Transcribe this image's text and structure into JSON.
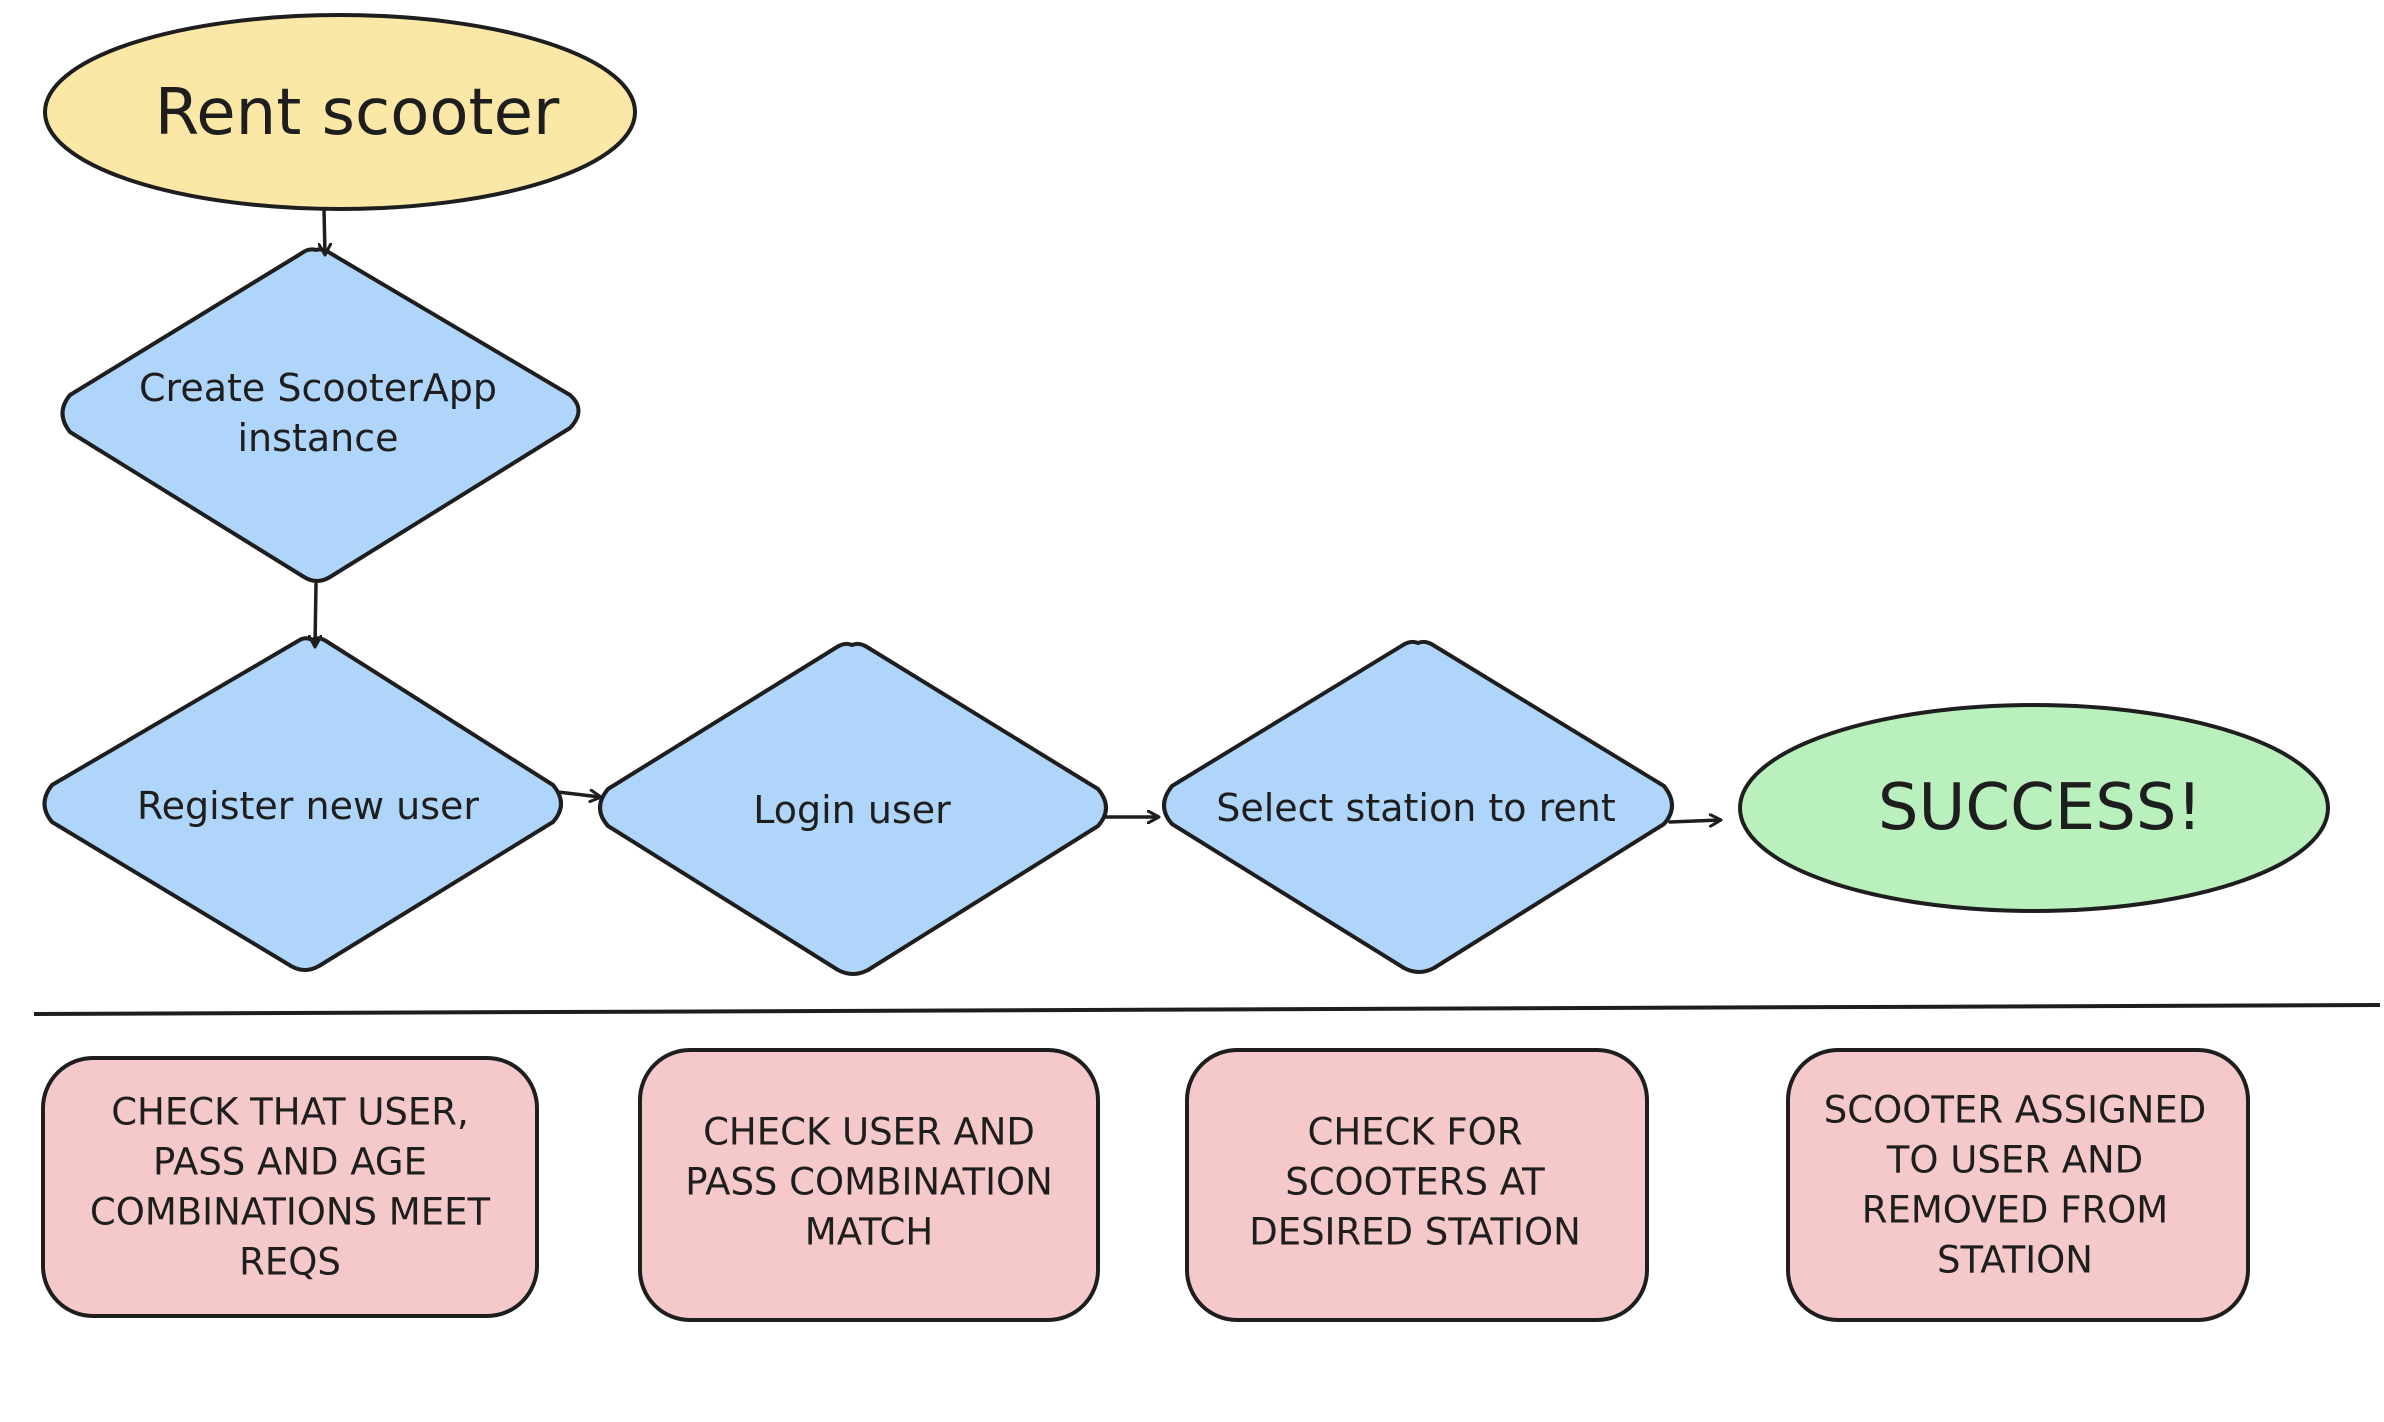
{
  "colors": {
    "start_fill": "#fbe8a6",
    "step_fill": "#b0d5fa",
    "success_fill": "#b9f0bd",
    "success_stroke": "#3c9a48",
    "note_fill": "#f5c9ca",
    "stroke": "#1e1e1e"
  },
  "start": {
    "label": "Rent scooter"
  },
  "steps": {
    "create": {
      "lines": [
        "Create ScooterApp",
        "instance"
      ]
    },
    "register": {
      "lines": [
        "Register new user"
      ]
    },
    "login": {
      "lines": [
        "Login user"
      ]
    },
    "select": {
      "lines": [
        "Select station to rent"
      ]
    }
  },
  "success": {
    "label": "SUCCESS!"
  },
  "notes": {
    "register": {
      "lines": [
        "CHECK THAT USER,",
        "PASS AND AGE",
        "COMBINATIONS MEET",
        "REQS"
      ]
    },
    "login": {
      "lines": [
        "CHECK USER AND",
        "PASS COMBINATION",
        "MATCH"
      ]
    },
    "select": {
      "lines": [
        "CHECK FOR",
        "SCOOTERS AT",
        "DESIRED STATION"
      ]
    },
    "success": {
      "lines": [
        "SCOOTER ASSIGNED",
        "TO USER AND",
        "REMOVED FROM",
        "STATION"
      ]
    }
  }
}
